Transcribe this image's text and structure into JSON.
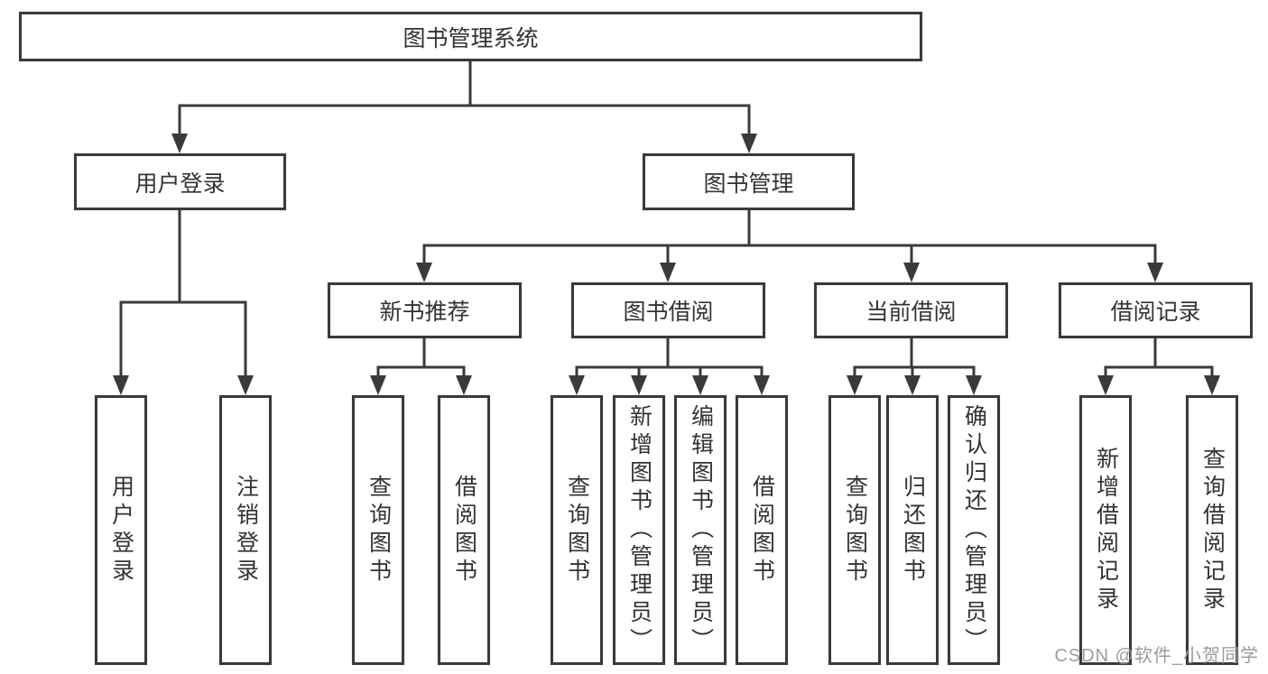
{
  "diagram": {
    "root": {
      "label": "图书管理系统"
    },
    "level2": [
      {
        "label": "用户登录"
      },
      {
        "label": "图书管理"
      }
    ],
    "level3": [
      {
        "label": "新书推荐"
      },
      {
        "label": "图书借阅"
      },
      {
        "label": "当前借阅"
      },
      {
        "label": "借阅记录"
      }
    ],
    "leaves": {
      "user_login": [
        "用户登录",
        "注销登录"
      ],
      "new_book": [
        "查询图书",
        "借阅图书"
      ],
      "book_borrow": [
        "查询图书",
        "新增图书（管理员）",
        "编辑图书（管理员）",
        "借阅图书"
      ],
      "current_borrow": [
        "查询图书",
        "归还图书",
        "确认归还（管理员）"
      ],
      "borrow_record": [
        "新增借阅记录",
        "查询借阅记录"
      ]
    }
  },
  "watermark": {
    "text": "CSDN @软件_小贺同学"
  },
  "colors": {
    "line": "#3a3a3a",
    "text": "#333333",
    "watermark": "#9c9c9c"
  }
}
